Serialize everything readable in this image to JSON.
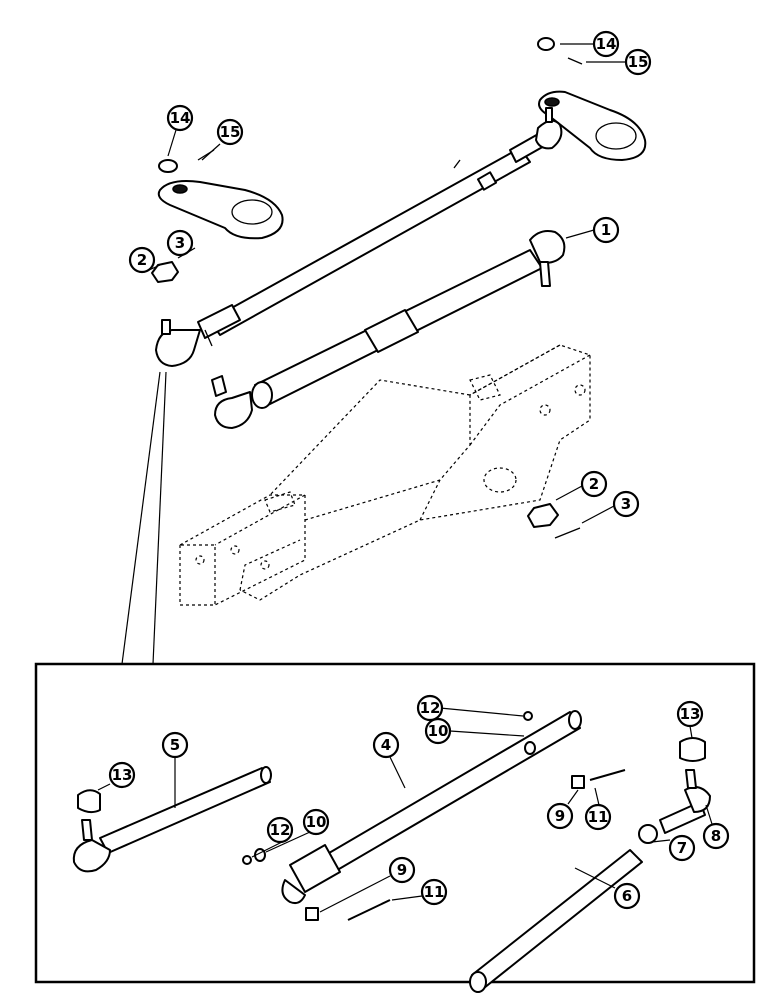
{
  "callouts": [
    {
      "label": "14"
    },
    {
      "label": "15"
    },
    {
      "label": "14"
    },
    {
      "label": "15"
    },
    {
      "label": "1"
    },
    {
      "label": "2"
    },
    {
      "label": "3"
    },
    {
      "label": "2"
    },
    {
      "label": "3"
    },
    {
      "label": "12"
    },
    {
      "label": "10"
    },
    {
      "label": "13"
    },
    {
      "label": "5"
    },
    {
      "label": "13"
    },
    {
      "label": "4"
    },
    {
      "label": "9"
    },
    {
      "label": "11"
    },
    {
      "label": "12"
    },
    {
      "label": "10"
    },
    {
      "label": "8"
    },
    {
      "label": "9"
    },
    {
      "label": "11"
    },
    {
      "label": "7"
    },
    {
      "label": "6"
    }
  ]
}
